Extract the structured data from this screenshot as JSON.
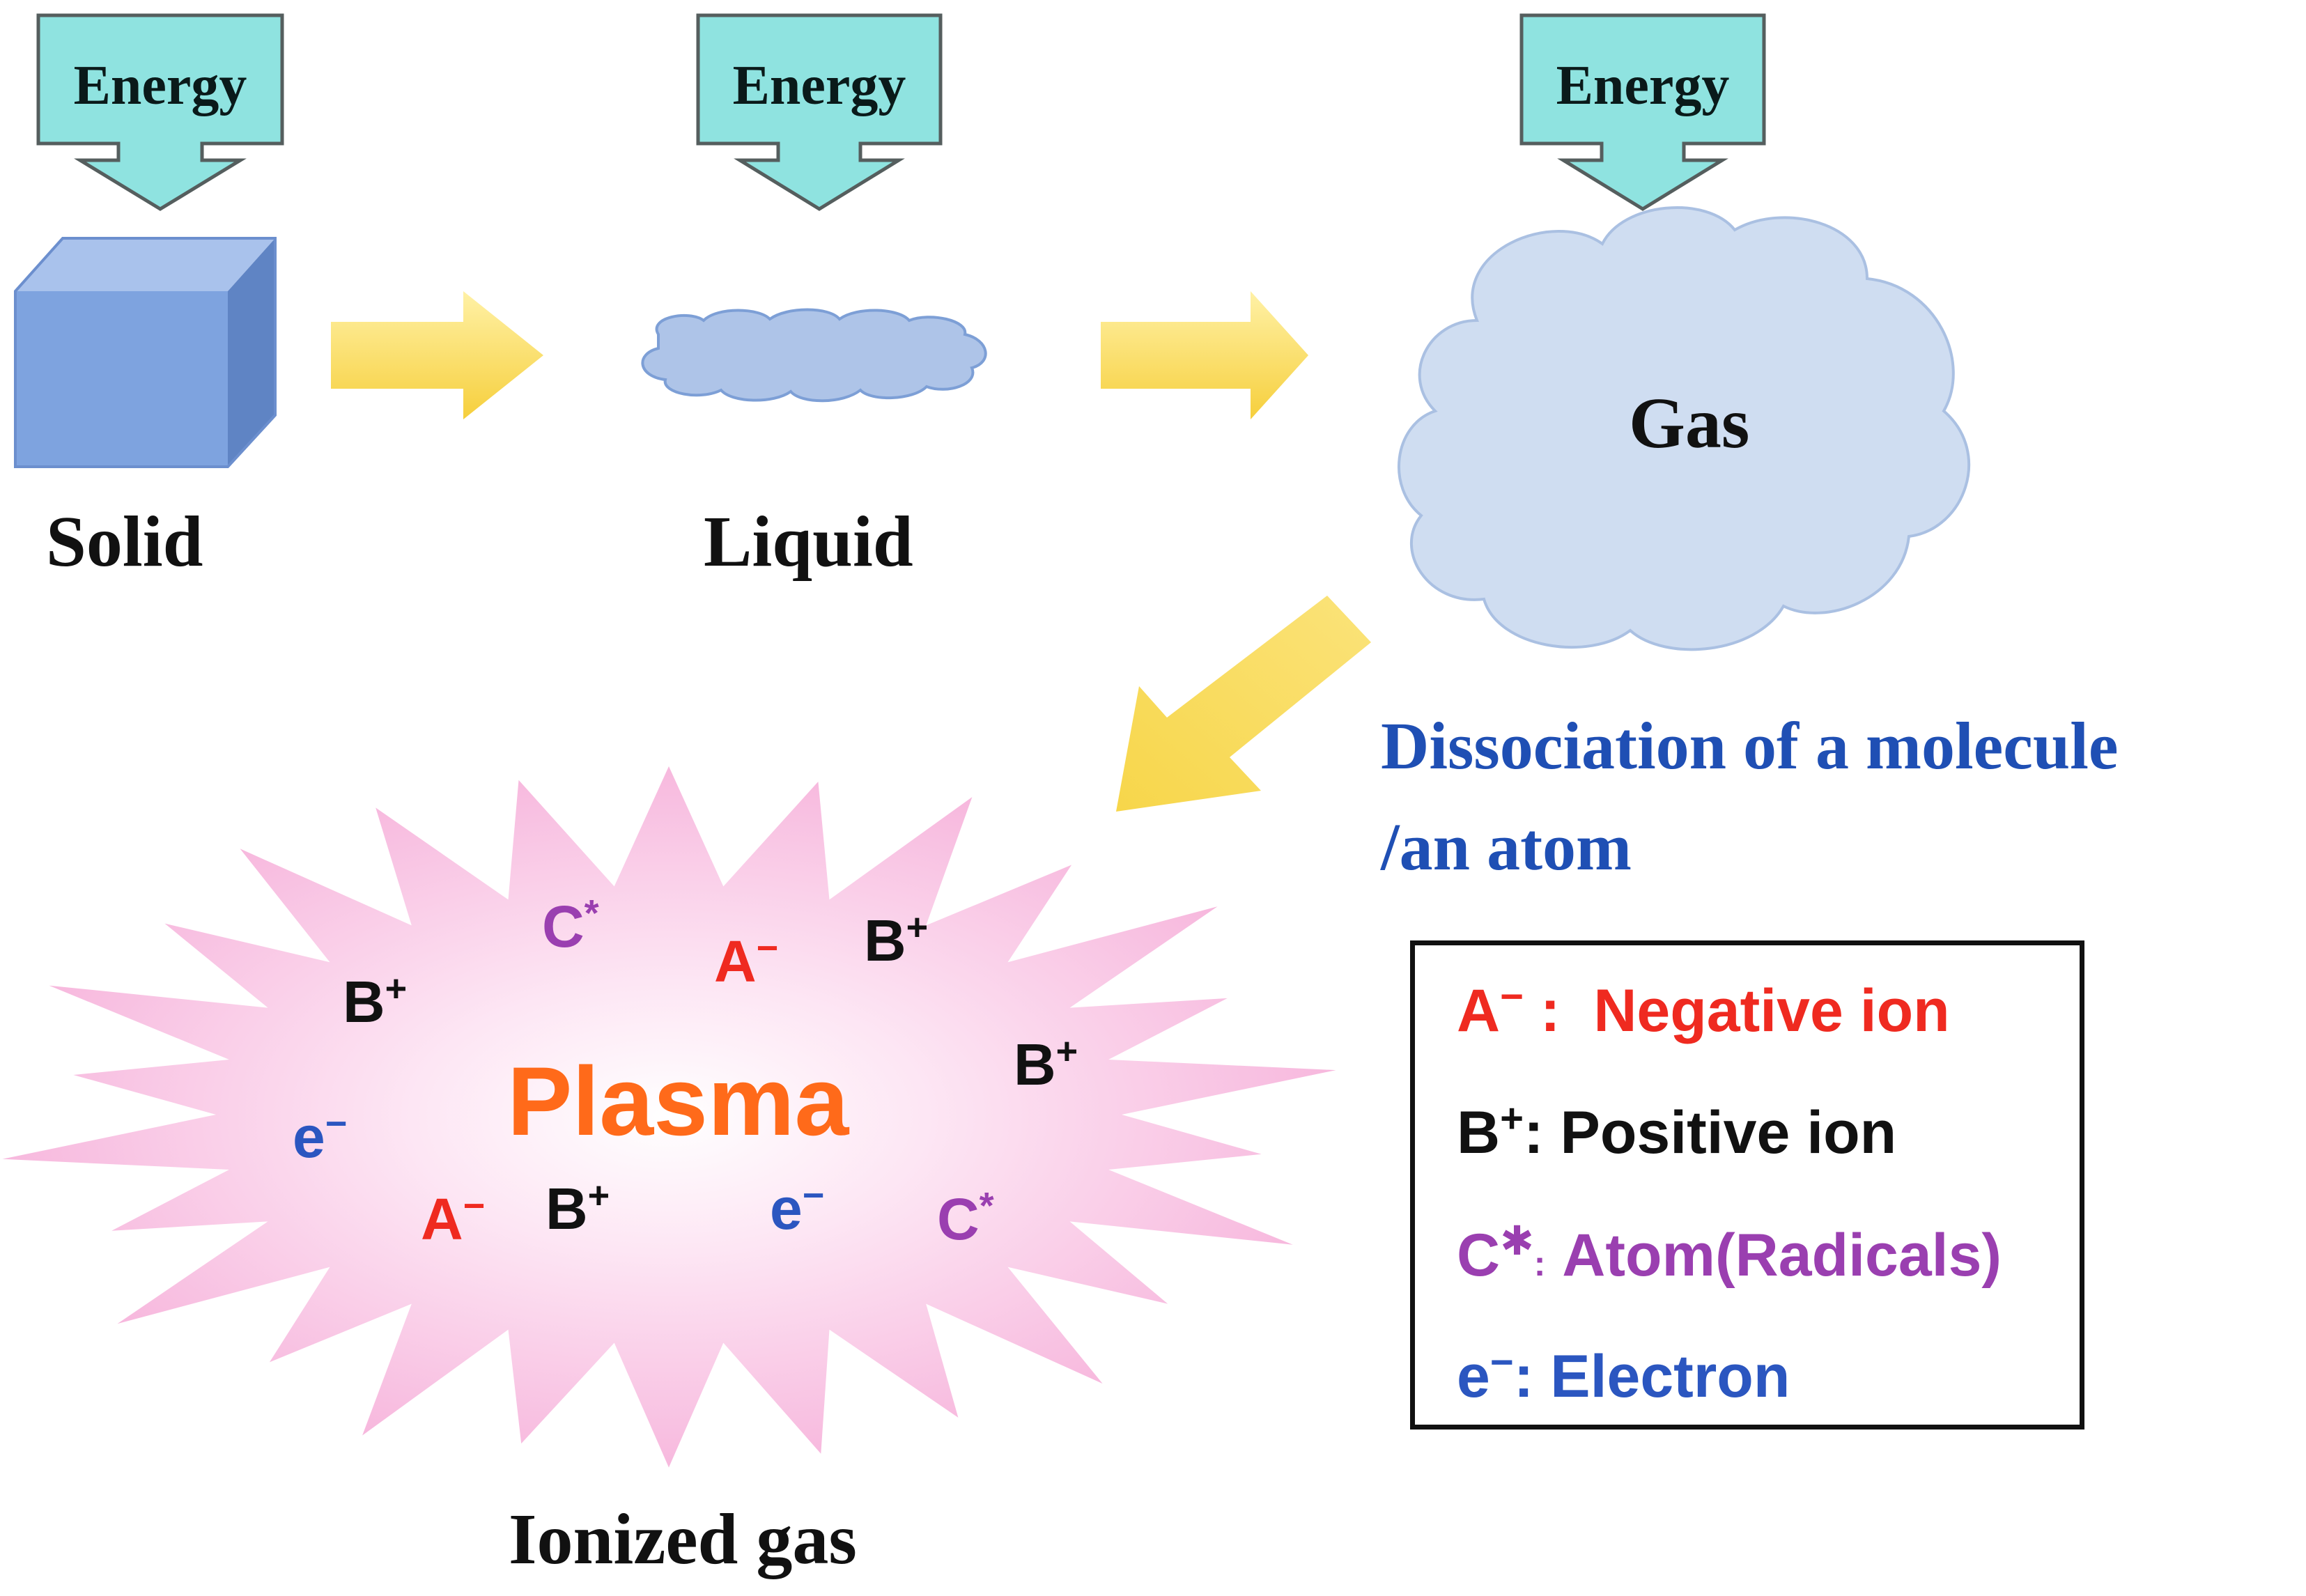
{
  "energy_labels": [
    "Energy",
    "Energy",
    "Energy"
  ],
  "states": {
    "solid": "Solid",
    "liquid": "Liquid",
    "gas": "Gas"
  },
  "dissociation": {
    "line1": "Dissociation of a molecule",
    "line2": "/an atom"
  },
  "plasma": {
    "title": "Plasma",
    "caption": "Ionized gas",
    "particles": [
      {
        "base": "C",
        "sup": "*",
        "kind": "radical"
      },
      {
        "base": "A",
        "sup": "−",
        "kind": "negative"
      },
      {
        "base": "B",
        "sup": "+",
        "kind": "positive"
      },
      {
        "base": "B",
        "sup": "+",
        "kind": "positive"
      },
      {
        "base": "B",
        "sup": "+",
        "kind": "positive"
      },
      {
        "base": "e",
        "sup": "−",
        "kind": "electron"
      },
      {
        "base": "A",
        "sup": "−",
        "kind": "negative"
      },
      {
        "base": "B",
        "sup": "+",
        "kind": "positive"
      },
      {
        "base": "e",
        "sup": "−",
        "kind": "electron"
      },
      {
        "base": "C",
        "sup": "*",
        "kind": "radical"
      }
    ]
  },
  "legend": [
    {
      "symbol": "A",
      "sup": "−",
      "sep": " :",
      "text": "Negative ion",
      "kind": "negative"
    },
    {
      "symbol": "B",
      "sup": "+",
      "sep": ":",
      "text": "Positive ion",
      "kind": "positive"
    },
    {
      "symbol": "C",
      "sup": "✱",
      "sep": ":",
      "text": "Atom(Radicals)",
      "kind": "radical"
    },
    {
      "symbol": "e",
      "sup": "−",
      "sep": ":",
      "text": "Electron",
      "kind": "electron"
    }
  ],
  "colors": {
    "negative": "#ef2a20",
    "positive": "#111111",
    "radical": "#9a3fb0",
    "electron": "#2b56c0",
    "plasma_title": "#ff6a1a",
    "energy_fill": "#8fe3e0",
    "arrow_yellow": "#f7d64a",
    "cube": "#7ea3df",
    "liquid": "#aec4e8",
    "gas_cloud": "#cfddf1",
    "starburst": "#f7b8de"
  },
  "icons": {
    "energy_arrow": "callout-down-arrow-icon",
    "state_arrow": "block-arrow-right-icon",
    "cube": "cube-icon",
    "liquid": "liquid-blob-icon",
    "gas": "cloud-icon",
    "plasma": "starburst-icon"
  }
}
